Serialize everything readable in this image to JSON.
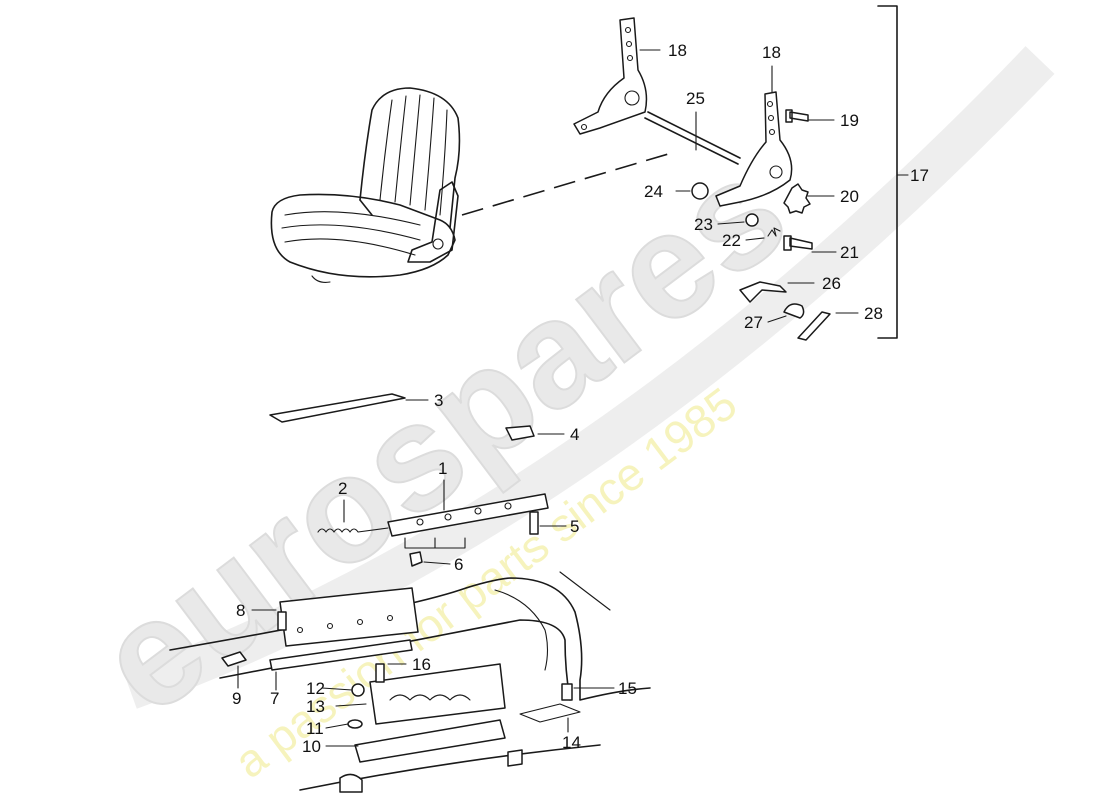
{
  "watermark": {
    "brand": "eurospares",
    "tagline": "a passion for parts since 1985"
  },
  "callouts": [
    "1",
    "2",
    "3",
    "4",
    "5",
    "6",
    "7",
    "8",
    "9",
    "10",
    "11",
    "12",
    "13",
    "14",
    "15",
    "16",
    "17",
    "18",
    "18",
    "19",
    "20",
    "21",
    "22",
    "23",
    "24",
    "25",
    "26",
    "27",
    "28"
  ],
  "labels": {
    "p1": "1",
    "p2": "2",
    "p3": "3",
    "p4": "4",
    "p5": "5",
    "p6": "6",
    "p7": "7",
    "p8": "8",
    "p9": "9",
    "p10": "10",
    "p11": "11",
    "p12": "12",
    "p13": "13",
    "p14": "14",
    "p15": "15",
    "p16": "16",
    "p17": "17",
    "p18a": "18",
    "p18b": "18",
    "p19": "19",
    "p20": "20",
    "p21": "21",
    "p22": "22",
    "p23": "23",
    "p24": "24",
    "p25": "25",
    "p26": "26",
    "p27": "27",
    "p28": "28"
  }
}
